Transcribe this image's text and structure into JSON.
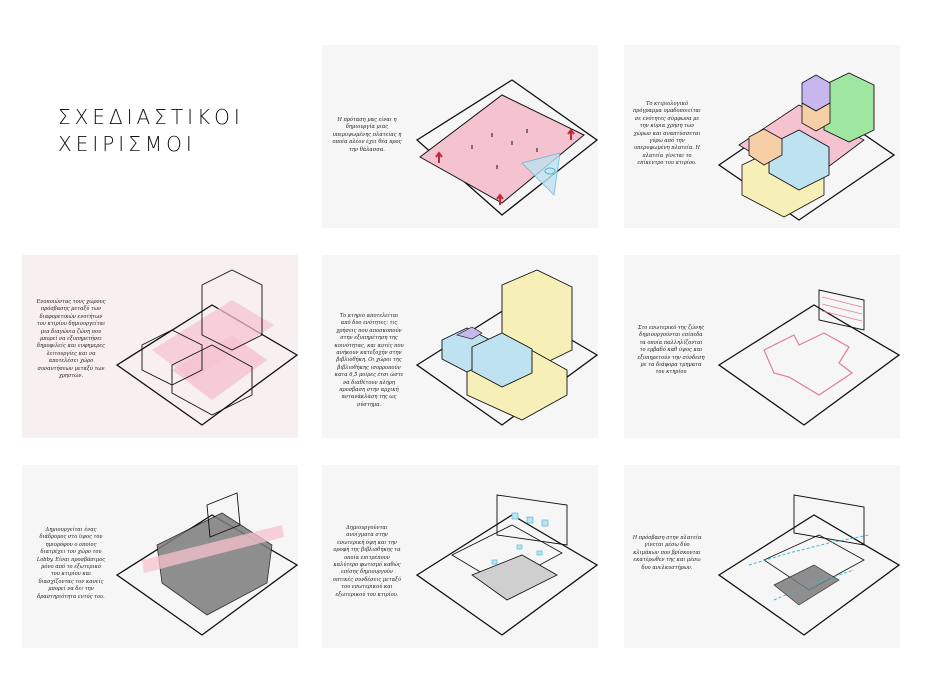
{
  "title": {
    "line1": "ΣΧΕΔΙΑΣΤΙΚΟΙ",
    "line2": "ΧΕΙΡΙΣΜΟΙ"
  },
  "panels": [
    {
      "caption": "Η πρόταση μας είναι η δημιουργία μιας υπερυψωμένης πλατείας η οποία πλέον έχει θέα προς την θάλασσα."
    },
    {
      "caption": "Το κτιριολογικό πρόγραμμα ομαδοποιείται σε ενότητες σύμφωνα με την κύρια χρήση των χώρων και αναπτύσσεται γύρω από την υπερυψωμένη πλατεία. Η πλατεία γίνεται το επίκεντρο του κτιρίου."
    },
    {
      "caption": "Ενοποιώντας τους χώρους πρόσβασης μεταξύ των διαφορετικών ενοτήτων του κτιρίου δημιουργείται μια διαγώνια ζώνη που μπορεί να εξυπηρετήσει δημοφιλείς και ευφημερες λειτουργίες και να αποτελέσει χώρο συναντήσεων μεταξύ των χρηστών."
    },
    {
      "caption": "Το κτηριο αποτελείται από δυο ενότητες: τις χρήσεις που αποσκοπούν στην εξυπηρέτηση της κοινότητας, και αυτές που ανήκουν κατεξοχήν στην βιβλιοθήκη. Οι χώροι της βιβλιοθήκης ισορροπούν κατα 6,5 μοίρες έτσι ώστε να διαθέτουν πλήρη προσβαση στην αρχική αντανάκλαση της ως σύστημα."
    },
    {
      "caption": "Στο εσωτερικό της ζώνης δημιουργούνται επίπεδα τα οποία παλληλίζονται το εμβαδό καθ ύψος και εξυπηρετούν την σύνδεση με τα διάφορα τμηματα του κτηρίου"
    },
    {
      "caption": "Δημιουργείται ένας διάδρομος στο ύψος του ημιορόφου ο οποίος διατρέχει τον χώρο του Lobby. Είναι προσβάσιμος μόνο από το εξωτερικό του κτιρίου και διασχίζοντας τον κανείς μπορεί να δει την δραστηριότητα εντός του."
    },
    {
      "caption": "Δημιουργούνται ανοίγματα στην εσωτερική όψη και την οροφή της βιβλιοθήκης τα οποία επιτρέπουν καλύτερο φωτισμό καθώς επίσης δημιουργούν οπτικές συνδέσεις μεταξύ του εσωτερικού και εξωτερικού του κτιρίου."
    },
    {
      "caption": "Η πρόσβαση στην πλατεία γίνεται μέσω δύο κλιμάκων που βρίσκονται εκατέρωθεν της και μέσω δυο ανελκυστήρων."
    }
  ],
  "colors": {
    "pink_fill": "#f5c2cf",
    "yellow_fill": "#f6efb8",
    "green_fill": "#9fe6a0",
    "blue_fill": "#bfe2f0",
    "purple_fill": "#c8b7ef",
    "orange_fill": "#f7cfa7",
    "arrow_red": "#c0283c",
    "cyan_marker": "#3fb7d4",
    "ink": "#111111"
  }
}
